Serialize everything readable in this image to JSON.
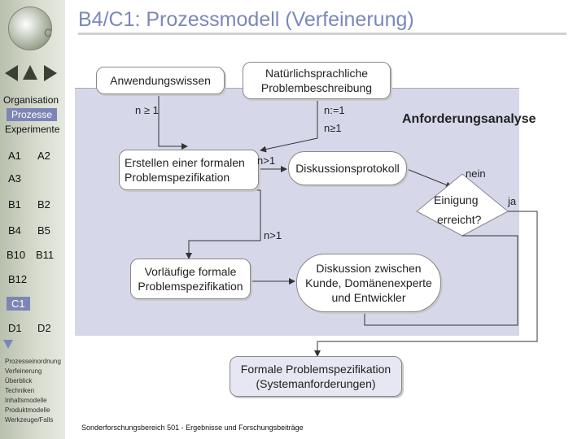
{
  "title": "B4/C1: Prozessmodell (Verfeinerung)",
  "logo_letter": "C",
  "sidebar": {
    "organisation": "Organisation",
    "prozesse": "Prozesse",
    "experimente": "Experimente",
    "items": [
      "A1",
      "A2",
      "A3",
      "B1",
      "B2",
      "B4",
      "B5",
      "B10",
      "B11",
      "B12",
      "C1",
      "D1",
      "D2"
    ],
    "links": [
      "Prozesseinordnung",
      "Verfeinerung",
      "Überblick",
      "Techniken",
      "Inhaltsmodelle",
      "Produktmodelle",
      "Werkzeuge/Falls"
    ]
  },
  "diagram": {
    "anwendungswissen": "Anwendungswissen",
    "natuerlich_line1": "Natürlichsprachliche",
    "natuerlich_line2": "Problembeschreibung",
    "n_ge1": "n ≥ 1",
    "n_assign": "n:=1",
    "n_ge1b": "n≥1",
    "anforderungsanalyse": "Anforderungsanalyse",
    "erstellen_line1": "Erstellen einer formalen",
    "erstellen_line2": "Problemspezifikation",
    "n_gt1_a": "n>1",
    "diskussionsprotokoll": "Diskussionsprotokoll",
    "nein": "nein",
    "einigung_line1": "Einigung",
    "einigung_line2": "erreicht?",
    "ja": "ja",
    "n_gt1_b": "n>1",
    "vorlaeufige_line1": "Vorläufige formale",
    "vorlaeufige_line2": "Problemspezifikation",
    "diskussion_line1": "Diskussion  zwischen",
    "diskussion_line2": "Kunde, Domänenexperte",
    "diskussion_line3": "und Entwickler",
    "formale_line1": "Formale Problemspezifikation",
    "formale_line2": "(Systemanforderungen)"
  },
  "footer": "Sonderforschungsbereich 501 - Ergebnisse und Forschungsbeiträge",
  "colors": {
    "title": "#7a88bc",
    "panel": "#d6d8ea",
    "highlight": "#7c86b6",
    "sidebar": "#c8cdbd"
  }
}
